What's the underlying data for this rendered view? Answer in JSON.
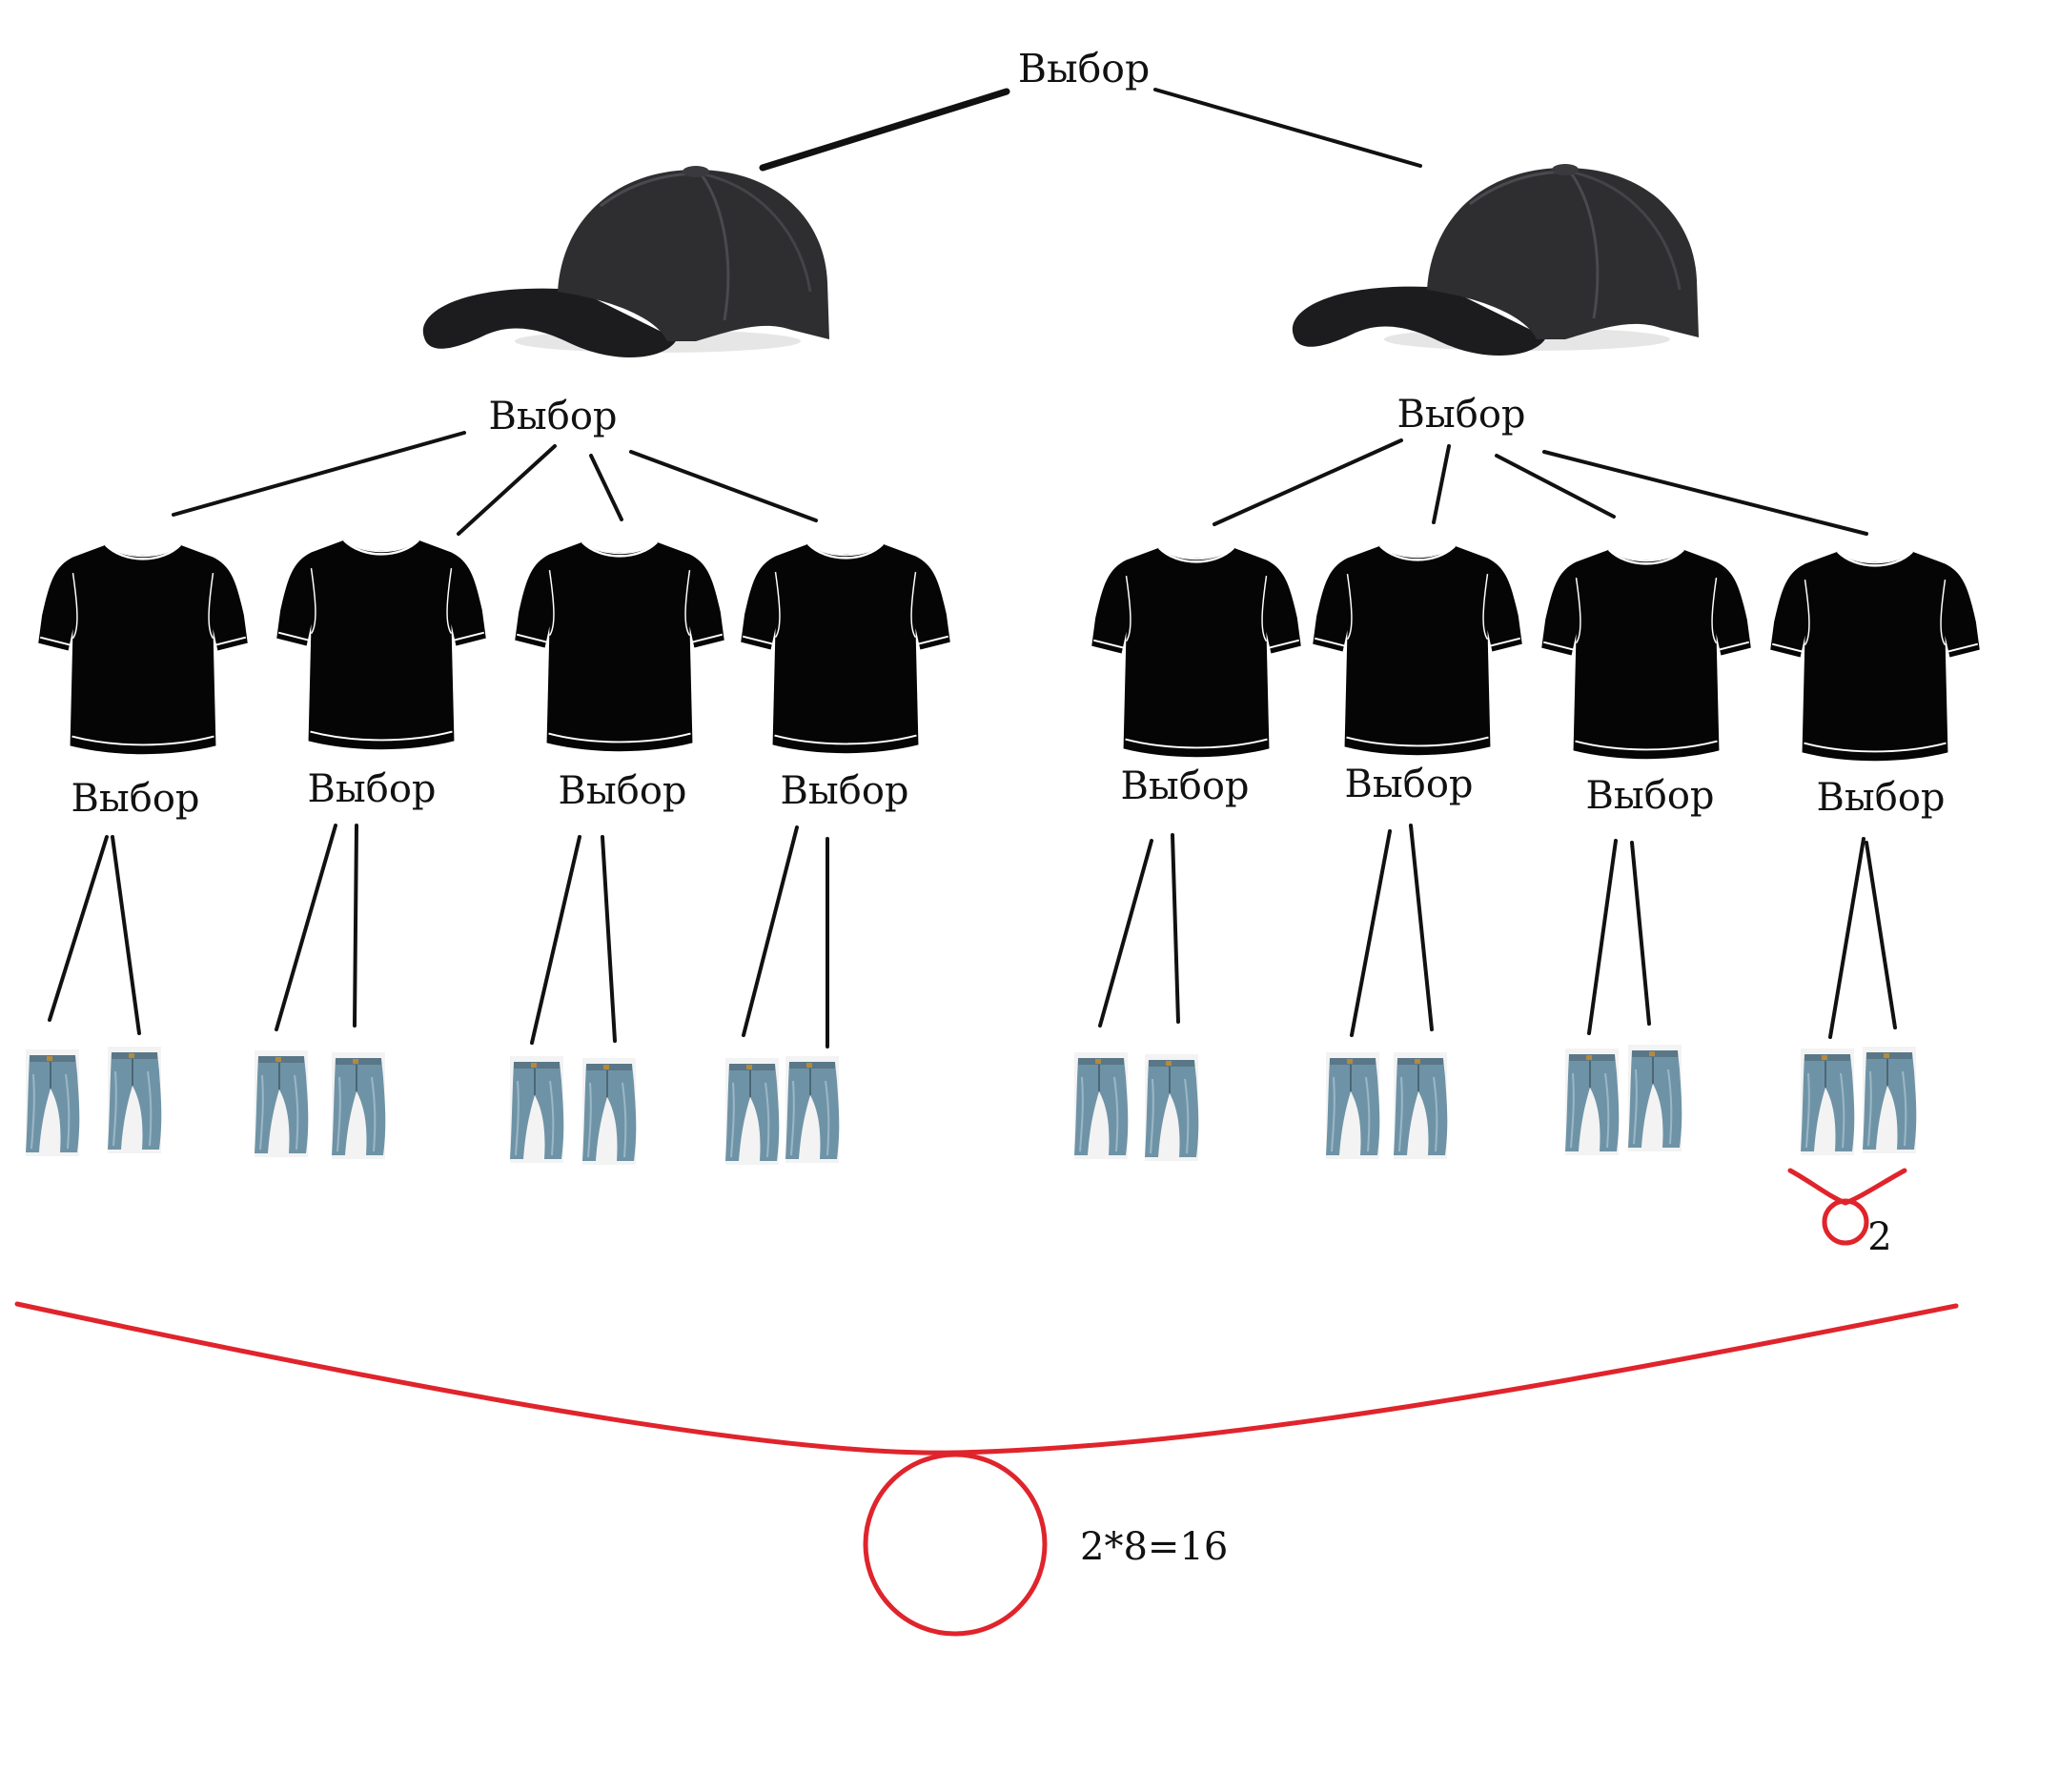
{
  "root": {
    "label": "Выбор"
  },
  "caps": [
    {
      "icon": "cap-icon",
      "choice_label": "Выбор"
    },
    {
      "icon": "cap-icon",
      "choice_label": "Выбор"
    }
  ],
  "shirts": [
    {
      "icon": "tshirt-icon",
      "choice_label": "Выбор",
      "pants": [
        "jeans-icon",
        "jeans-icon"
      ]
    },
    {
      "icon": "tshirt-icon",
      "choice_label": "Выбор",
      "pants": [
        "jeans-icon",
        "jeans-icon"
      ]
    },
    {
      "icon": "tshirt-icon",
      "choice_label": "Выбор",
      "pants": [
        "jeans-icon",
        "jeans-icon"
      ]
    },
    {
      "icon": "tshirt-icon",
      "choice_label": "Выбор",
      "pants": [
        "jeans-icon",
        "jeans-icon"
      ]
    },
    {
      "icon": "tshirt-icon",
      "choice_label": "Выбор",
      "pants": [
        "jeans-icon",
        "jeans-icon"
      ]
    },
    {
      "icon": "tshirt-icon",
      "choice_label": "Выбор",
      "pants": [
        "jeans-icon",
        "jeans-icon"
      ]
    },
    {
      "icon": "tshirt-icon",
      "choice_label": "Выбор",
      "pants": [
        "jeans-icon",
        "jeans-icon"
      ]
    },
    {
      "icon": "tshirt-icon",
      "choice_label": "Выбор",
      "pants": [
        "jeans-icon",
        "jeans-icon"
      ]
    }
  ],
  "annotations": {
    "small_count": "2",
    "total_formula": "2*8=16"
  },
  "colors": {
    "ink": "#111111",
    "cap": "#2b2b2d",
    "shirt": "#050505",
    "jeans": "#6f93a6",
    "annotation": "#e0242c"
  }
}
